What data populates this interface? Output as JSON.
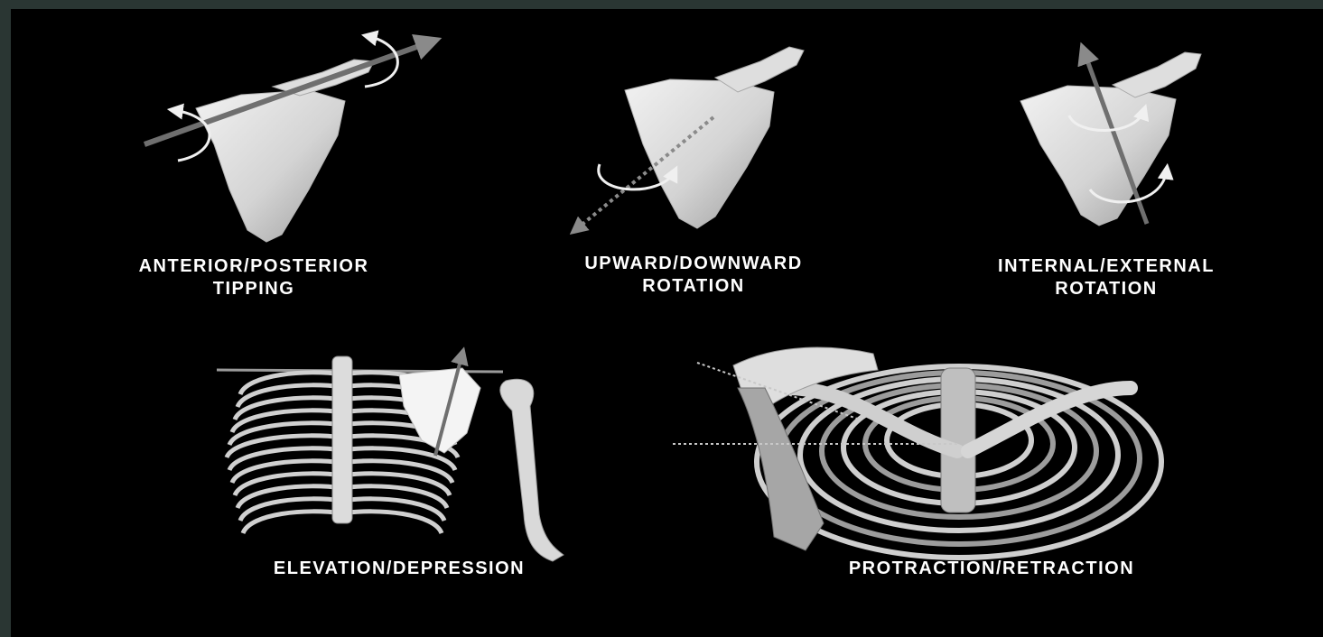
{
  "labels": {
    "anterior_posterior": {
      "line1": "ANTERIOR/POSTERIOR",
      "line2": "TIPPING"
    },
    "upward_downward": {
      "line1": "UPWARD/DOWNWARD",
      "line2": "ROTATION"
    },
    "internal_external": {
      "line1": "INTERNAL/EXTERNAL",
      "line2": "ROTATION"
    },
    "elevation_depression": "ELEVATION/DEPRESSION",
    "protraction_retraction": "PROTRACTION/RETRACTION"
  },
  "colors": {
    "frame": "#2a3633",
    "background": "#000000",
    "bone_light": "#e8e8e8",
    "bone_shadow": "#8a8a8a",
    "axis": "#7a7a7a",
    "arrow": "#f0f0f0",
    "text": "#ffffff"
  },
  "icons": [
    "scapula-anterior-posterior-tipping",
    "scapula-upward-downward-rotation",
    "scapula-internal-external-rotation",
    "ribcage-posterior-elevation-depression",
    "ribcage-superior-protraction-retraction"
  ]
}
